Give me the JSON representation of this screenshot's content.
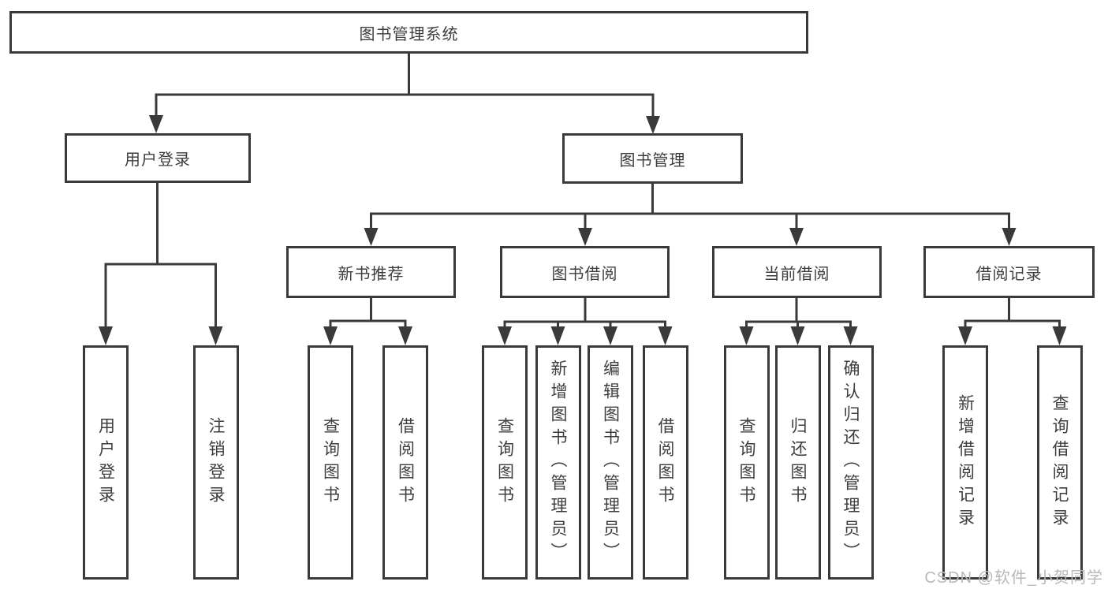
{
  "diagram": {
    "root": {
      "label": "图书管理系统"
    },
    "level2": {
      "user_login": {
        "label": "用户登录"
      },
      "book_mgmt": {
        "label": "图书管理"
      }
    },
    "level3": {
      "new_book_rec": {
        "label": "新书推荐"
      },
      "book_borrow": {
        "label": "图书借阅"
      },
      "current_borrow": {
        "label": "当前借阅"
      },
      "borrow_records": {
        "label": "借阅记录"
      }
    },
    "leaves": {
      "user_login": [
        {
          "label": "用户登录"
        },
        {
          "label": "注销登录"
        }
      ],
      "new_book_rec": [
        {
          "label": "查询图书"
        },
        {
          "label": "借阅图书"
        }
      ],
      "book_borrow": [
        {
          "label": "查询图书"
        },
        {
          "label": "新增图书（管理员）"
        },
        {
          "label": "编辑图书（管理员）"
        },
        {
          "label": "借阅图书"
        }
      ],
      "current_borrow": [
        {
          "label": "查询图书"
        },
        {
          "label": "归还图书"
        },
        {
          "label": "确认归还（管理员）"
        }
      ],
      "borrow_records": [
        {
          "label": "新增借阅记录"
        },
        {
          "label": "查询借阅记录"
        }
      ]
    }
  },
  "watermark": {
    "text": "CSDN @软件_小贺同学"
  },
  "colors": {
    "line": "#3a3a3a",
    "text": "#3d3d3d",
    "watermark": "#b9b9b9",
    "background": "#ffffff"
  }
}
